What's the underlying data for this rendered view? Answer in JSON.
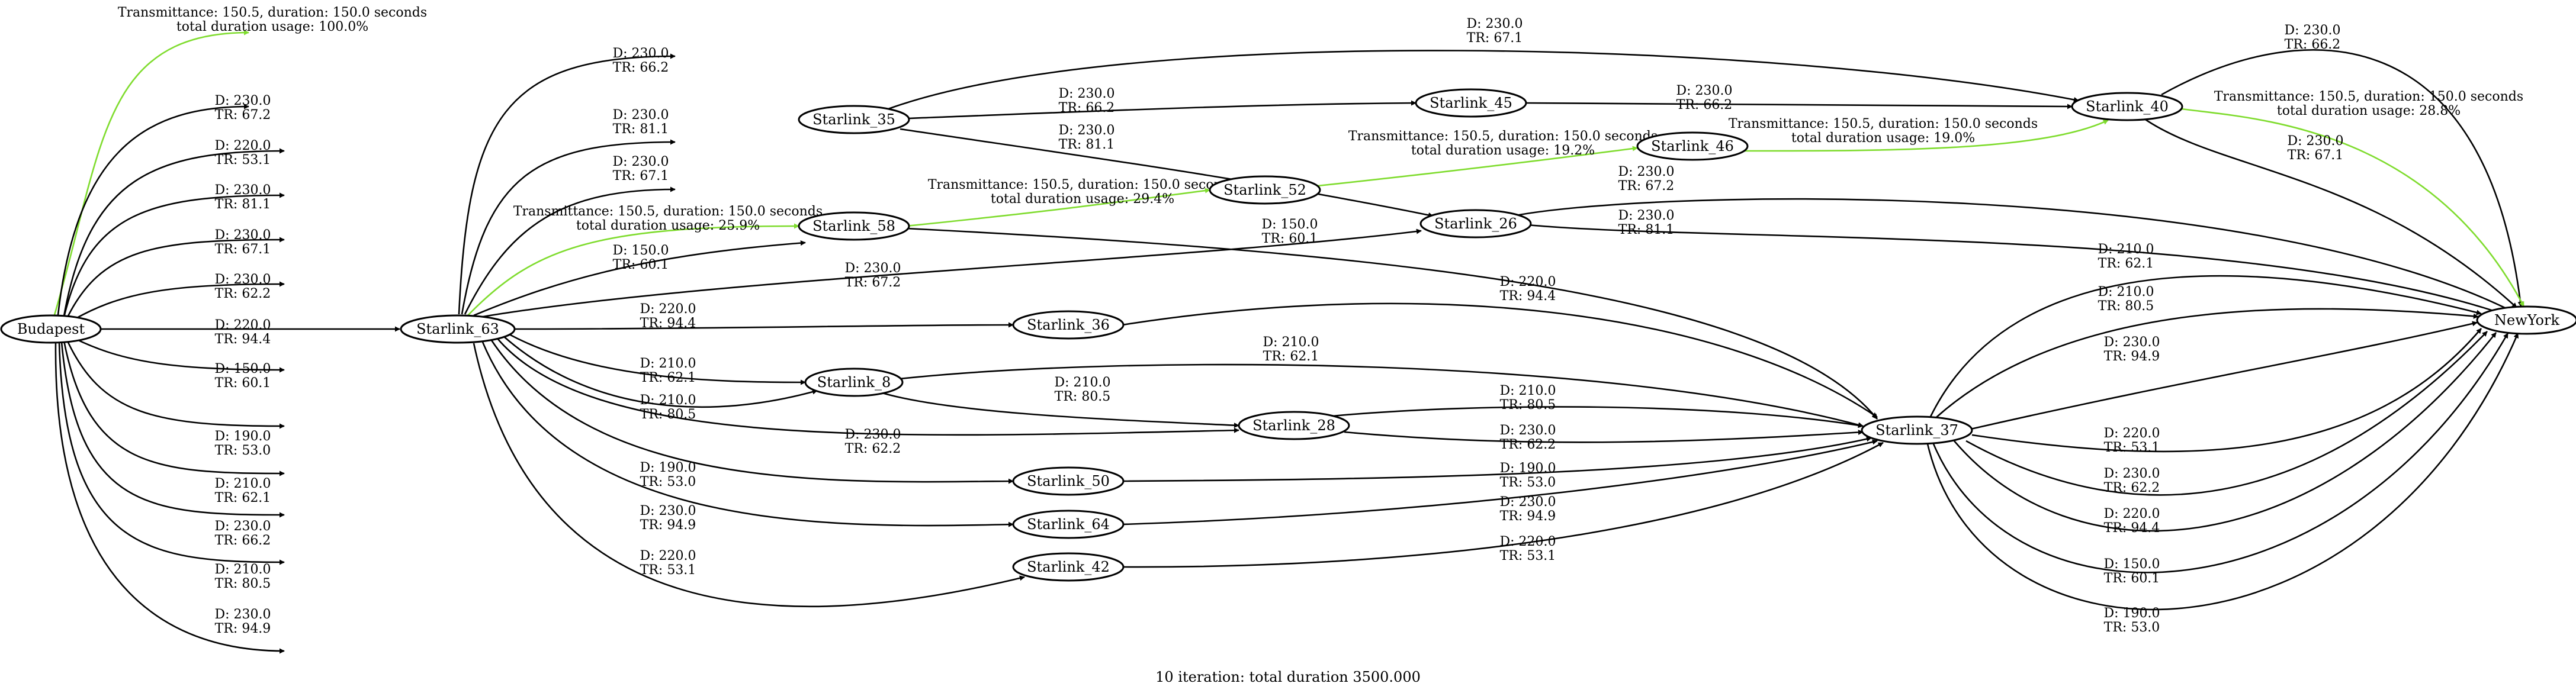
{
  "graph": {
    "caption": "10 iteration: total duration 3500.000",
    "colors": {
      "normal": "#000000",
      "active": "#7fdc2e"
    },
    "nodes": [
      {
        "id": "Budapest",
        "label": "Budapest"
      },
      {
        "id": "Starlink_63",
        "label": "Starlink_63"
      },
      {
        "id": "Starlink_35",
        "label": "Starlink_35"
      },
      {
        "id": "Starlink_45",
        "label": "Starlink_45"
      },
      {
        "id": "Starlink_40",
        "label": "Starlink_40"
      },
      {
        "id": "Starlink_46",
        "label": "Starlink_46"
      },
      {
        "id": "Starlink_52",
        "label": "Starlink_52"
      },
      {
        "id": "Starlink_58",
        "label": "Starlink_58"
      },
      {
        "id": "Starlink_26",
        "label": "Starlink_26"
      },
      {
        "id": "Starlink_36",
        "label": "Starlink_36"
      },
      {
        "id": "Starlink_8",
        "label": "Starlink_8"
      },
      {
        "id": "Starlink_28",
        "label": "Starlink_28"
      },
      {
        "id": "Starlink_37",
        "label": "Starlink_37"
      },
      {
        "id": "Starlink_50",
        "label": "Starlink_50"
      },
      {
        "id": "Starlink_64",
        "label": "Starlink_64"
      },
      {
        "id": "Starlink_42",
        "label": "Starlink_42"
      },
      {
        "id": "NewYork",
        "label": "NewYork"
      }
    ],
    "edges": [
      {
        "from": "Budapest",
        "to": "Starlink_63",
        "lines": [
          "Transmittance: 150.5, duration: 150.0 seconds",
          "total duration usage: 100.0%"
        ],
        "active": true
      },
      {
        "from": "Budapest",
        "to": "Starlink_63",
        "lines": [
          "D: 230.0",
          "TR: 67.2"
        ]
      },
      {
        "from": "Budapest",
        "to": "Starlink_63",
        "lines": [
          "D: 220.0",
          "TR: 53.1"
        ]
      },
      {
        "from": "Budapest",
        "to": "Starlink_63",
        "lines": [
          "D: 230.0",
          "TR: 81.1"
        ]
      },
      {
        "from": "Budapest",
        "to": "Starlink_63",
        "lines": [
          "D: 230.0",
          "TR: 67.1"
        ]
      },
      {
        "from": "Budapest",
        "to": "Starlink_63",
        "lines": [
          "D: 230.0",
          "TR: 62.2"
        ]
      },
      {
        "from": "Budapest",
        "to": "Starlink_63",
        "lines": [
          "D: 220.0",
          "TR: 94.4"
        ]
      },
      {
        "from": "Budapest",
        "to": "Starlink_63",
        "lines": [
          "D: 150.0",
          "TR: 60.1"
        ]
      },
      {
        "from": "Budapest",
        "to": "Starlink_63",
        "lines": [
          "D: 190.0",
          "TR: 53.0"
        ]
      },
      {
        "from": "Budapest",
        "to": "Starlink_63",
        "lines": [
          "D: 210.0",
          "TR: 62.1"
        ]
      },
      {
        "from": "Budapest",
        "to": "Starlink_63",
        "lines": [
          "D: 230.0",
          "TR: 66.2"
        ]
      },
      {
        "from": "Budapest",
        "to": "Starlink_63",
        "lines": [
          "D: 210.0",
          "TR: 80.5"
        ]
      },
      {
        "from": "Budapest",
        "to": "Starlink_63",
        "lines": [
          "D: 230.0",
          "TR: 94.9"
        ]
      },
      {
        "from": "Starlink_63",
        "to": "Starlink_35",
        "lines": [
          "D: 230.0",
          "TR: 66.2"
        ]
      },
      {
        "from": "Starlink_63",
        "to": "Starlink_35",
        "lines": [
          "D: 230.0",
          "TR: 81.1"
        ]
      },
      {
        "from": "Starlink_63",
        "to": "Starlink_35",
        "lines": [
          "D: 230.0",
          "TR: 67.1"
        ]
      },
      {
        "from": "Starlink_63",
        "to": "Starlink_58",
        "lines": [
          "Transmittance: 150.5, duration: 150.0 seconds",
          "total duration usage: 25.9%"
        ],
        "active": true
      },
      {
        "from": "Starlink_63",
        "to": "Starlink_58",
        "lines": [
          "D: 150.0",
          "TR: 60.1"
        ]
      },
      {
        "from": "Starlink_63",
        "to": "Starlink_26",
        "lines": [
          "D: 230.0",
          "TR: 67.2"
        ]
      },
      {
        "from": "Starlink_63",
        "to": "Starlink_36",
        "lines": [
          "D: 220.0",
          "TR: 94.4"
        ]
      },
      {
        "from": "Starlink_63",
        "to": "Starlink_8",
        "lines": [
          "D: 210.0",
          "TR: 62.1"
        ]
      },
      {
        "from": "Starlink_63",
        "to": "Starlink_8",
        "lines": [
          "D: 210.0",
          "TR: 80.5"
        ]
      },
      {
        "from": "Starlink_63",
        "to": "Starlink_28",
        "lines": [
          "D: 230.0",
          "TR: 62.2"
        ]
      },
      {
        "from": "Starlink_63",
        "to": "Starlink_50",
        "lines": [
          "D: 190.0",
          "TR: 53.0"
        ]
      },
      {
        "from": "Starlink_63",
        "to": "Starlink_64",
        "lines": [
          "D: 230.0",
          "TR: 94.9"
        ]
      },
      {
        "from": "Starlink_63",
        "to": "Starlink_42",
        "lines": [
          "D: 220.0",
          "TR: 53.1"
        ]
      },
      {
        "from": "Starlink_35",
        "to": "Starlink_40",
        "lines": [
          "D: 230.0",
          "TR: 67.1"
        ]
      },
      {
        "from": "Starlink_35",
        "to": "Starlink_45",
        "lines": [
          "D: 230.0",
          "TR: 66.2"
        ]
      },
      {
        "from": "Starlink_35",
        "to": "Starlink_26",
        "lines": [
          "D: 230.0",
          "TR: 81.1"
        ]
      },
      {
        "from": "Starlink_45",
        "to": "Starlink_40",
        "lines": [
          "D: 230.0",
          "TR: 66.2"
        ]
      },
      {
        "from": "Starlink_58",
        "to": "Starlink_52",
        "lines": [
          "Transmittance: 150.5, duration: 150.0 seconds",
          "total duration usage: 29.4%"
        ],
        "active": true
      },
      {
        "from": "Starlink_58",
        "to": "Starlink_37",
        "lines": [
          "D: 150.0",
          "TR: 60.1"
        ]
      },
      {
        "from": "Starlink_52",
        "to": "Starlink_46",
        "lines": [
          "Transmittance: 150.5, duration: 150.0 seconds",
          "total duration usage: 19.2%"
        ],
        "active": true
      },
      {
        "from": "Starlink_46",
        "to": "Starlink_40",
        "lines": [
          "Transmittance: 150.5, duration: 150.0 seconds",
          "total duration usage: 19.0%"
        ],
        "active": true
      },
      {
        "from": "Starlink_40",
        "to": "NewYork",
        "lines": [
          "D: 230.0",
          "TR: 66.2"
        ]
      },
      {
        "from": "Starlink_40",
        "to": "NewYork",
        "lines": [
          "Transmittance: 150.5, duration: 150.0 seconds",
          "total duration usage: 28.8%"
        ],
        "active": true
      },
      {
        "from": "Starlink_40",
        "to": "NewYork",
        "lines": [
          "D: 230.0",
          "TR: 67.1"
        ]
      },
      {
        "from": "Starlink_26",
        "to": "NewYork",
        "lines": [
          "D: 230.0",
          "TR: 67.2"
        ]
      },
      {
        "from": "Starlink_26",
        "to": "NewYork",
        "lines": [
          "D: 230.0",
          "TR: 81.1"
        ]
      },
      {
        "from": "Starlink_36",
        "to": "Starlink_37",
        "lines": [
          "D: 220.0",
          "TR: 94.4"
        ]
      },
      {
        "from": "Starlink_8",
        "to": "Starlink_37",
        "lines": [
          "D: 210.0",
          "TR: 62.1"
        ]
      },
      {
        "from": "Starlink_8",
        "to": "Starlink_28",
        "lines": [
          "D: 210.0",
          "TR: 80.5"
        ]
      },
      {
        "from": "Starlink_28",
        "to": "Starlink_37",
        "lines": [
          "D: 210.0",
          "TR: 80.5"
        ]
      },
      {
        "from": "Starlink_28",
        "to": "Starlink_37",
        "lines": [
          "D: 230.0",
          "TR: 62.2"
        ]
      },
      {
        "from": "Starlink_50",
        "to": "Starlink_37",
        "lines": [
          "D: 190.0",
          "TR: 53.0"
        ]
      },
      {
        "from": "Starlink_64",
        "to": "Starlink_37",
        "lines": [
          "D: 230.0",
          "TR: 94.9"
        ]
      },
      {
        "from": "Starlink_42",
        "to": "Starlink_37",
        "lines": [
          "D: 220.0",
          "TR: 53.1"
        ]
      },
      {
        "from": "Starlink_37",
        "to": "NewYork",
        "lines": [
          "D: 210.0",
          "TR: 62.1"
        ]
      },
      {
        "from": "Starlink_37",
        "to": "NewYork",
        "lines": [
          "D: 210.0",
          "TR: 80.5"
        ]
      },
      {
        "from": "Starlink_37",
        "to": "NewYork",
        "lines": [
          "D: 230.0",
          "TR: 94.9"
        ]
      },
      {
        "from": "Starlink_37",
        "to": "NewYork",
        "lines": [
          "D: 220.0",
          "TR: 53.1"
        ]
      },
      {
        "from": "Starlink_37",
        "to": "NewYork",
        "lines": [
          "D: 230.0",
          "TR: 62.2"
        ]
      },
      {
        "from": "Starlink_37",
        "to": "NewYork",
        "lines": [
          "D: 220.0",
          "TR: 94.4"
        ]
      },
      {
        "from": "Starlink_37",
        "to": "NewYork",
        "lines": [
          "D: 150.0",
          "TR: 60.1"
        ]
      },
      {
        "from": "Starlink_37",
        "to": "NewYork",
        "lines": [
          "D: 190.0",
          "TR: 53.0"
        ]
      }
    ]
  }
}
